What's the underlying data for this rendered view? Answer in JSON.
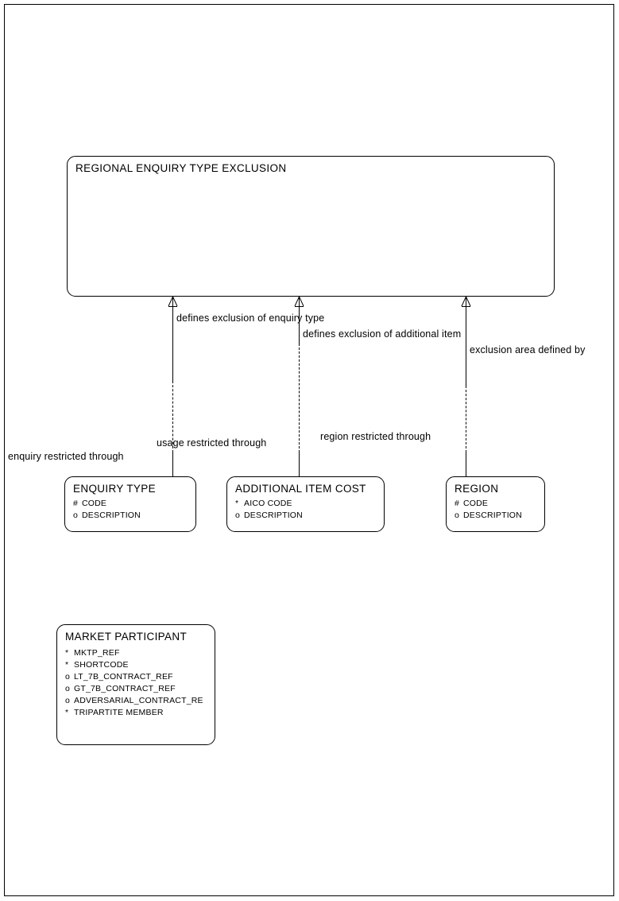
{
  "diagram": {
    "type": "entity-relationship-diagram",
    "title": "REGIONAL ENQUIRY TYPE EXCLUSION",
    "entities": [
      {
        "id": "regional-enquiry-type-exclusion",
        "name": "REGIONAL ENQUIRY TYPE EXCLUSION",
        "attributes": []
      },
      {
        "id": "enquiry-type",
        "name": "ENQUIRY TYPE",
        "attributes": [
          {
            "mark": "#",
            "name": "CODE"
          },
          {
            "mark": "o",
            "name": "DESCRIPTION"
          }
        ]
      },
      {
        "id": "additional-item-cost",
        "name": "ADDITIONAL ITEM COST",
        "attributes": [
          {
            "mark": "*",
            "name": "AICO CODE"
          },
          {
            "mark": "o",
            "name": "DESCRIPTION"
          }
        ]
      },
      {
        "id": "region",
        "name": "REGION",
        "attributes": [
          {
            "mark": "#",
            "name": "CODE"
          },
          {
            "mark": "o",
            "name": "DESCRIPTION"
          }
        ]
      },
      {
        "id": "market-participant",
        "name": "MARKET PARTICIPANT",
        "attributes": [
          {
            "mark": "*",
            "name": "MKTP_REF"
          },
          {
            "mark": "*",
            "name": "SHORTCODE"
          },
          {
            "mark": "o",
            "name": "LT_7B_CONTRACT_REF"
          },
          {
            "mark": "o",
            "name": "GT_7B_CONTRACT_REF"
          },
          {
            "mark": "o",
            "name": "ADVERSARIAL_CONTRACT_RE"
          },
          {
            "mark": "*",
            "name": "TRIPARTITE MEMBER"
          }
        ]
      }
    ],
    "relationships": [
      {
        "id": "rel-defines-exclusion-of-enquiry-type",
        "label": "defines exclusion of enquiry type"
      },
      {
        "id": "rel-defines-exclusion-of-additional-item",
        "label": "defines exclusion of additional item"
      },
      {
        "id": "rel-exclusion-area-defined-by",
        "label": "exclusion area defined by"
      },
      {
        "id": "rel-enquiry-restricted-through",
        "label": "enquiry restricted through"
      },
      {
        "id": "rel-usage-restricted-through",
        "label": "usage restricted through"
      },
      {
        "id": "rel-region-restricted-through",
        "label": "region restricted through"
      }
    ]
  },
  "colors": {
    "line": "#000000",
    "background": "#ffffff",
    "text": "#000000"
  }
}
